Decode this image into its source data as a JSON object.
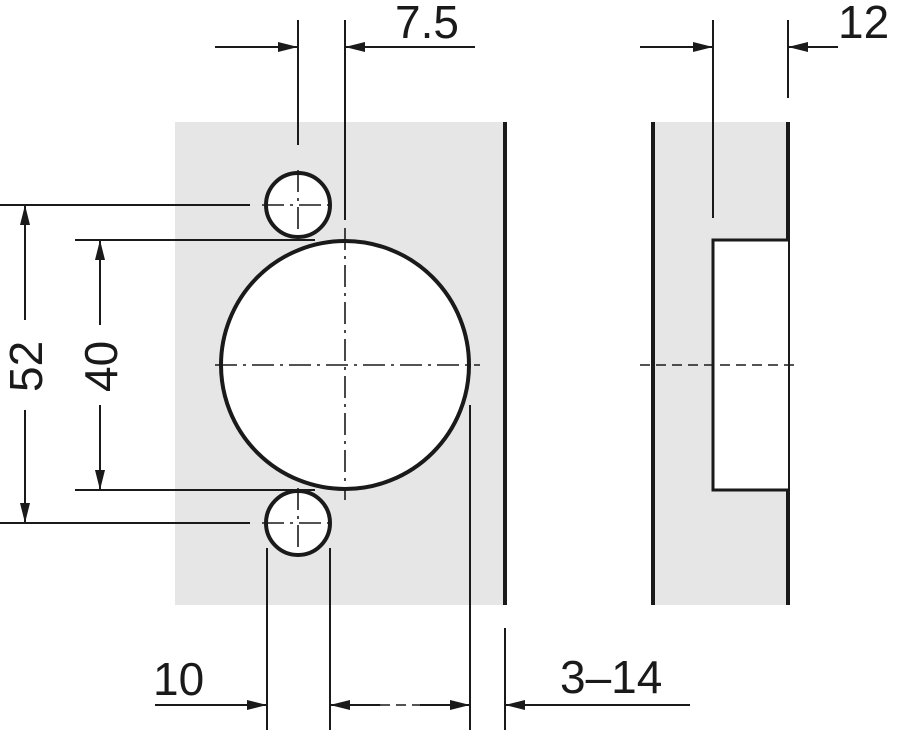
{
  "drawing": {
    "dimensions": {
      "boring_offset": "7.5",
      "thickness": "12",
      "hole_spacing": "52",
      "cup_diameter": "40",
      "edge_distance": "10",
      "door_overlay": "3–14"
    },
    "colors": {
      "plate": "#e6e6e6",
      "line": "#1a1a1a"
    }
  }
}
